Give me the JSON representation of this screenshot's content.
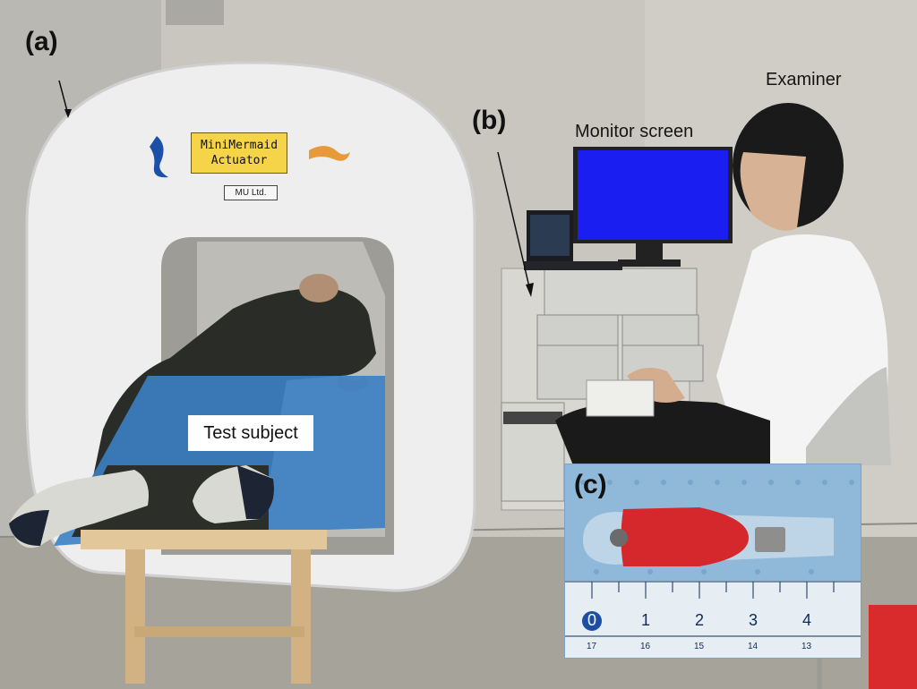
{
  "labels": {
    "panel_a": "(a)",
    "panel_b": "(b)",
    "panel_c": "(c)",
    "examiner": "Examiner",
    "monitor_screen": "Monitor screen",
    "test_subject": "Test subject"
  },
  "device": {
    "sign_line1": "MiniMermaid",
    "sign_line2": "Actuator",
    "maker_tag": "MU Ltd."
  },
  "ruler": {
    "major": [
      "0",
      "1",
      "2",
      "3",
      "4"
    ],
    "minor": [
      "17",
      "16",
      "15",
      "14",
      "13"
    ]
  },
  "colors": {
    "wall": "#c9c7c0",
    "actuator_shell": "#f2f2f2",
    "mat": "#3d80c6",
    "monitor": "#1a1ef0",
    "capsule": "#d4282c",
    "inset_bg": "#8fb8d9"
  }
}
